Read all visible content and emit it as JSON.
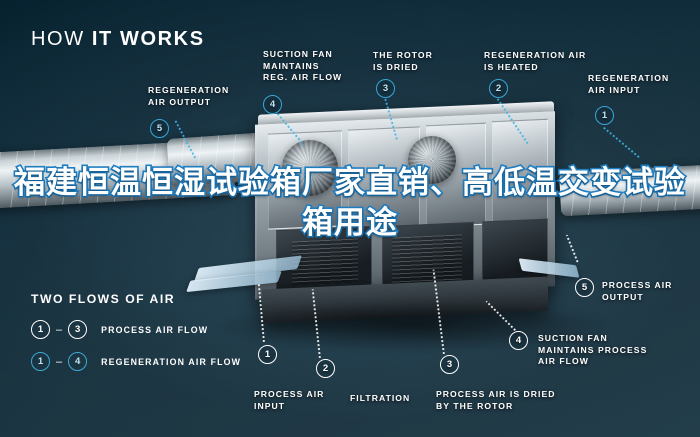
{
  "header": {
    "title_light": "HOW ",
    "title_bold": "IT WORKS"
  },
  "watermark": {
    "text": "福建恒温恒湿试验箱厂家直销、高低温交变试验箱用途"
  },
  "legend": {
    "title": "TWO FLOWS OF AIR",
    "rows": [
      {
        "from": "1",
        "to": "3",
        "dash": "–",
        "label": "PROCESS AIR FLOW",
        "style": "white"
      },
      {
        "from": "1",
        "to": "4",
        "dash": "–",
        "label": "REGENERATION AIR FLOW",
        "style": "blue"
      }
    ]
  },
  "callouts": [
    {
      "num": "5",
      "text": "REGENERATION\nAIR OUTPUT",
      "style": "blue"
    },
    {
      "num": "4",
      "text": "SUCTION FAN\nMAINTAINS\nREG. AIR FLOW",
      "style": "blue"
    },
    {
      "num": "3",
      "text": "THE ROTOR\nIS DRIED",
      "style": "blue"
    },
    {
      "num": "2",
      "text": "REGENERATION AIR\nIS HEATED",
      "style": "blue"
    },
    {
      "num": "1",
      "text": "REGENERATION\nAIR INPUT",
      "style": "blue"
    },
    {
      "num": "5",
      "text": "PROCESS AIR\nOUTPUT",
      "style": "white"
    },
    {
      "num": "4",
      "text": "SUCTION FAN\nMAINTAINS PROCESS\nAIR FLOW",
      "style": "white"
    },
    {
      "num": "3",
      "text": "PROCESS AIR IS DRIED\nBY THE ROTOR",
      "style": "white"
    },
    {
      "num": "2",
      "text": "FILTRATION",
      "style": "white"
    },
    {
      "num": "1",
      "text": "PROCESS AIR\nINPUT",
      "style": "white"
    }
  ],
  "colors": {
    "background": "#17303d",
    "accent_blue": "#37a8d8",
    "text_white": "#ffffff",
    "watermark_stroke": "#1f7fc4"
  }
}
